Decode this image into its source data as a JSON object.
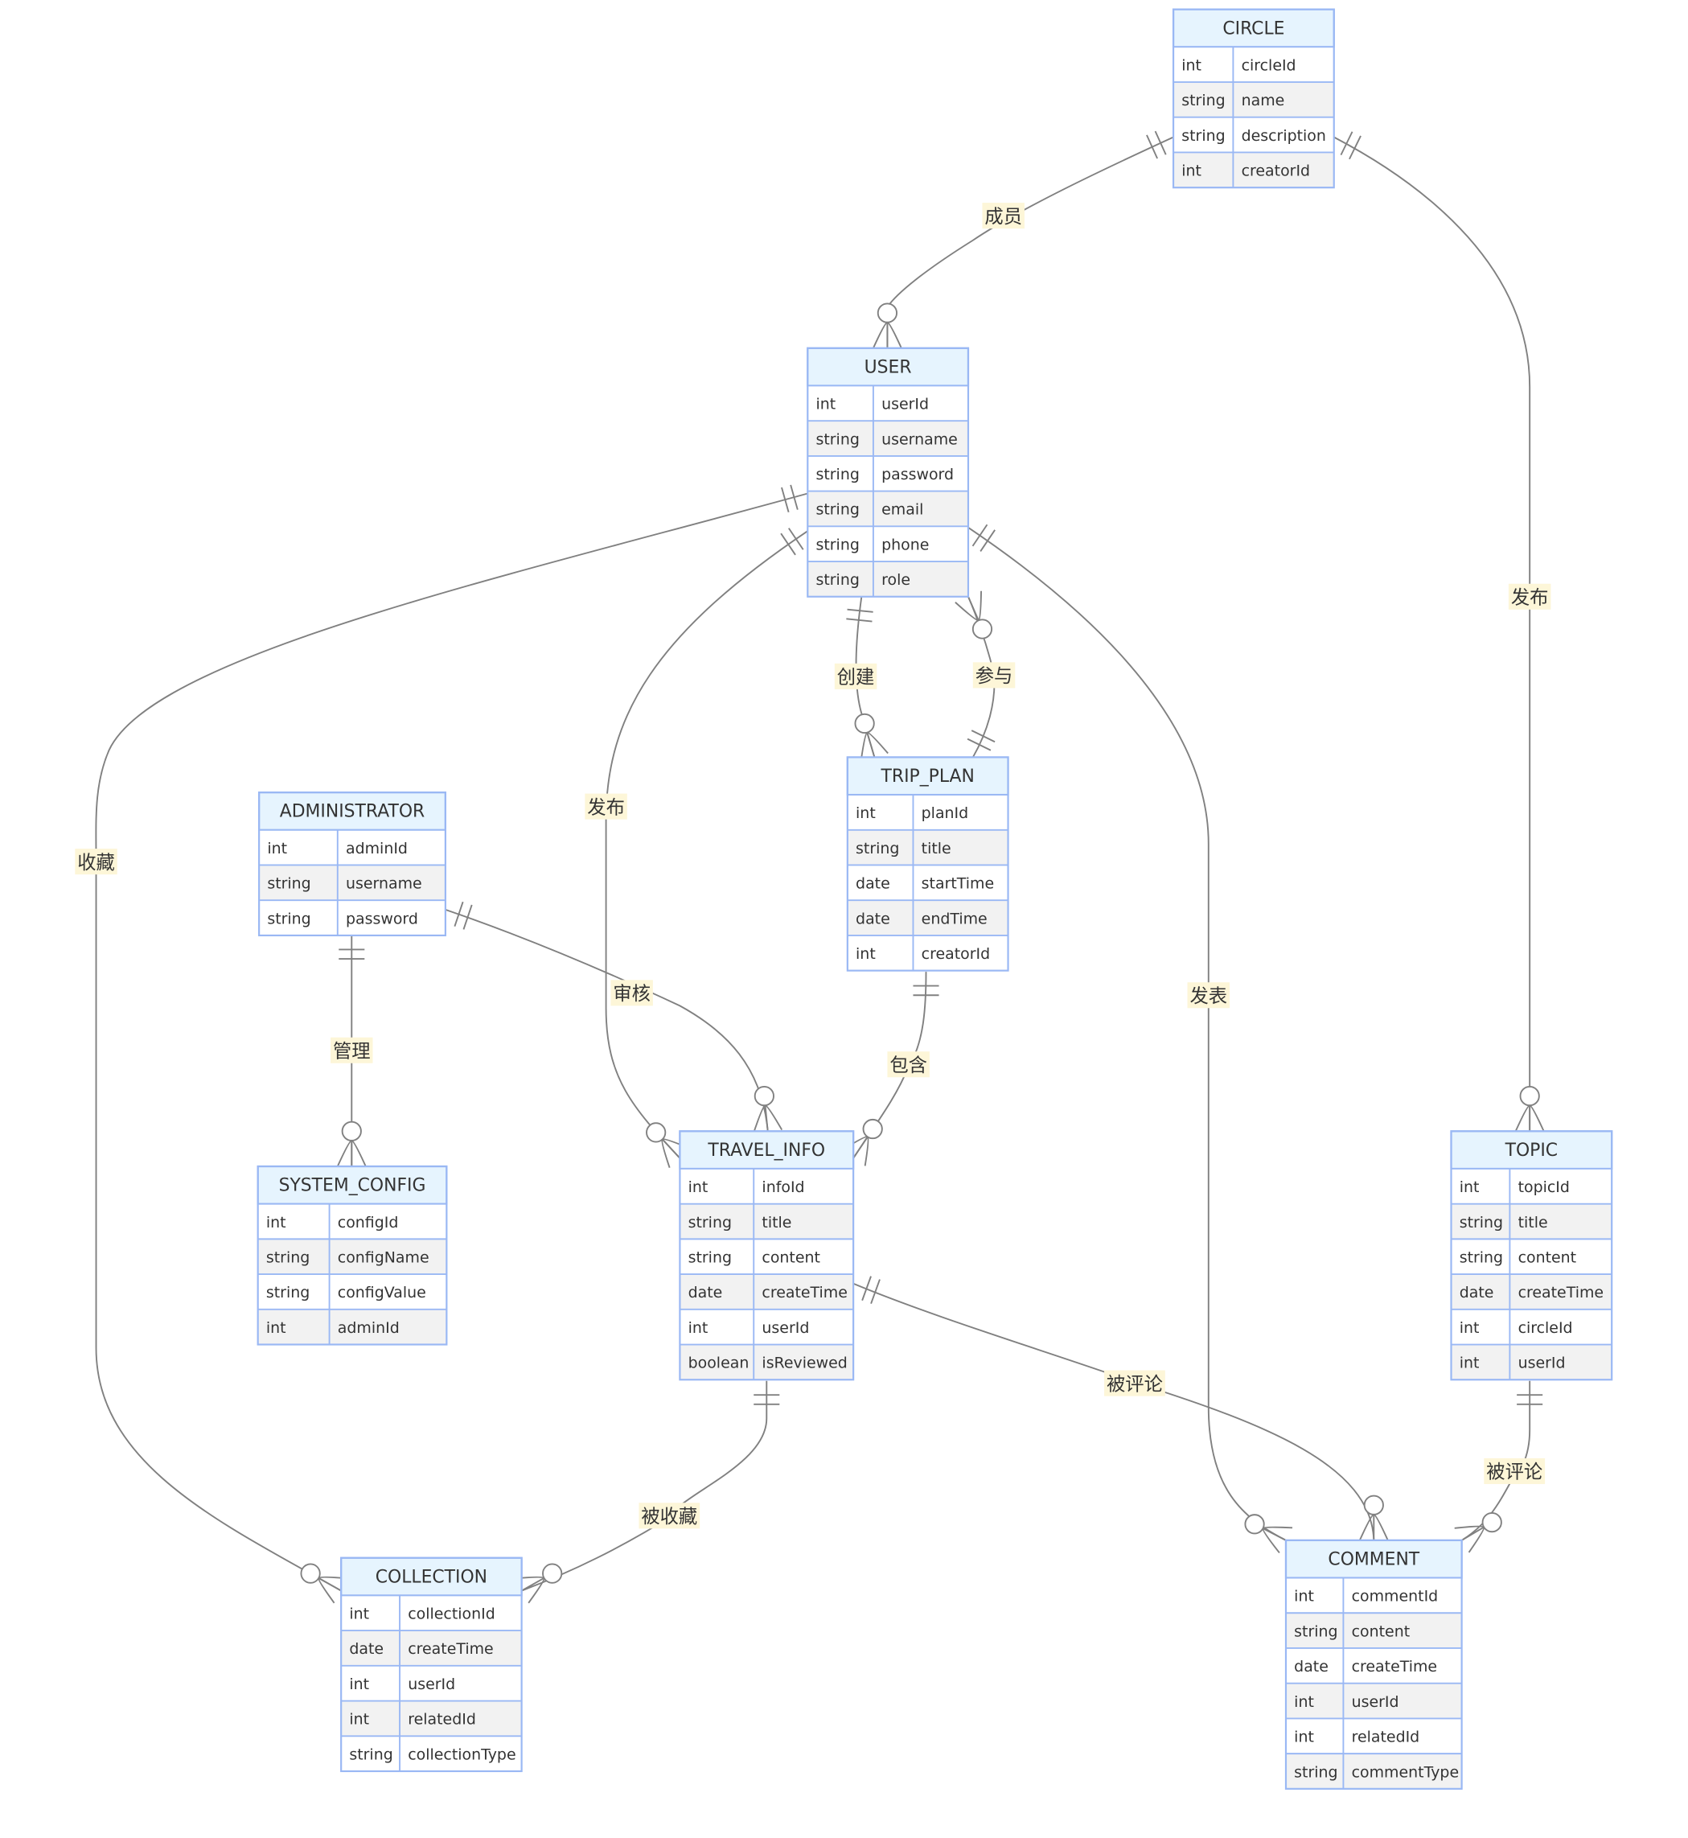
{
  "entities": [
    {
      "id": "CIRCLE",
      "name": "CIRCLE",
      "attributes": [
        {
          "type": "int",
          "name": "circleId"
        },
        {
          "type": "string",
          "name": "name"
        },
        {
          "type": "string",
          "name": "description"
        },
        {
          "type": "int",
          "name": "creatorId"
        }
      ]
    },
    {
      "id": "USER",
      "name": "USER",
      "attributes": [
        {
          "type": "int",
          "name": "userId"
        },
        {
          "type": "string",
          "name": "username"
        },
        {
          "type": "string",
          "name": "password"
        },
        {
          "type": "string",
          "name": "email"
        },
        {
          "type": "string",
          "name": "phone"
        },
        {
          "type": "string",
          "name": "role"
        }
      ]
    },
    {
      "id": "ADMINISTRATOR",
      "name": "ADMINISTRATOR",
      "attributes": [
        {
          "type": "int",
          "name": "adminId"
        },
        {
          "type": "string",
          "name": "username"
        },
        {
          "type": "string",
          "name": "password"
        }
      ]
    },
    {
      "id": "TRIP_PLAN",
      "name": "TRIP_PLAN",
      "attributes": [
        {
          "type": "int",
          "name": "planId"
        },
        {
          "type": "string",
          "name": "title"
        },
        {
          "type": "date",
          "name": "startTime"
        },
        {
          "type": "date",
          "name": "endTime"
        },
        {
          "type": "int",
          "name": "creatorId"
        }
      ]
    },
    {
      "id": "SYSTEM_CONFIG",
      "name": "SYSTEM_CONFIG",
      "attributes": [
        {
          "type": "int",
          "name": "configId"
        },
        {
          "type": "string",
          "name": "configName"
        },
        {
          "type": "string",
          "name": "configValue"
        },
        {
          "type": "int",
          "name": "adminId"
        }
      ]
    },
    {
      "id": "TRAVEL_INFO",
      "name": "TRAVEL_INFO",
      "attributes": [
        {
          "type": "int",
          "name": "infoId"
        },
        {
          "type": "string",
          "name": "title"
        },
        {
          "type": "string",
          "name": "content"
        },
        {
          "type": "date",
          "name": "createTime"
        },
        {
          "type": "int",
          "name": "userId"
        },
        {
          "type": "boolean",
          "name": "isReviewed"
        }
      ]
    },
    {
      "id": "TOPIC",
      "name": "TOPIC",
      "attributes": [
        {
          "type": "int",
          "name": "topicId"
        },
        {
          "type": "string",
          "name": "title"
        },
        {
          "type": "string",
          "name": "content"
        },
        {
          "type": "date",
          "name": "createTime"
        },
        {
          "type": "int",
          "name": "circleId"
        },
        {
          "type": "int",
          "name": "userId"
        }
      ]
    },
    {
      "id": "COLLECTION",
      "name": "COLLECTION",
      "attributes": [
        {
          "type": "int",
          "name": "collectionId"
        },
        {
          "type": "date",
          "name": "createTime"
        },
        {
          "type": "int",
          "name": "userId"
        },
        {
          "type": "int",
          "name": "relatedId"
        },
        {
          "type": "string",
          "name": "collectionType"
        }
      ]
    },
    {
      "id": "COMMENT",
      "name": "COMMENT",
      "attributes": [
        {
          "type": "int",
          "name": "commentId"
        },
        {
          "type": "string",
          "name": "content"
        },
        {
          "type": "date",
          "name": "createTime"
        },
        {
          "type": "int",
          "name": "userId"
        },
        {
          "type": "int",
          "name": "relatedId"
        },
        {
          "type": "string",
          "name": "commentType"
        }
      ]
    }
  ],
  "relationships": [
    {
      "id": "circle-user",
      "from": "CIRCLE",
      "to": "USER",
      "label": "成员",
      "from_card": "exactly-one",
      "to_card": "zero-or-many"
    },
    {
      "id": "circle-topic",
      "from": "CIRCLE",
      "to": "TOPIC",
      "label": "发布",
      "from_card": "exactly-one",
      "to_card": "zero-or-many"
    },
    {
      "id": "user-collection",
      "from": "USER",
      "to": "COLLECTION",
      "label": "收藏",
      "from_card": "exactly-one",
      "to_card": "zero-or-many"
    },
    {
      "id": "user-travel",
      "from": "USER",
      "to": "TRAVEL_INFO",
      "label": "发布",
      "from_card": "exactly-one",
      "to_card": "zero-or-many"
    },
    {
      "id": "user-trip-create",
      "from": "USER",
      "to": "TRIP_PLAN",
      "label": "创建",
      "from_card": "exactly-one",
      "to_card": "zero-or-many"
    },
    {
      "id": "user-trip-join",
      "from": "USER",
      "to": "TRIP_PLAN",
      "label": "参与",
      "from_card": "zero-or-many",
      "to_card": "exactly-one"
    },
    {
      "id": "user-comment",
      "from": "USER",
      "to": "COMMENT",
      "label": "发表",
      "from_card": "exactly-one",
      "to_card": "zero-or-many"
    },
    {
      "id": "admin-travel",
      "from": "ADMINISTRATOR",
      "to": "TRAVEL_INFO",
      "label": "审核",
      "from_card": "exactly-one",
      "to_card": "zero-or-many"
    },
    {
      "id": "admin-config",
      "from": "ADMINISTRATOR",
      "to": "SYSTEM_CONFIG",
      "label": "管理",
      "from_card": "exactly-one",
      "to_card": "zero-or-many"
    },
    {
      "id": "trip-travel",
      "from": "TRIP_PLAN",
      "to": "TRAVEL_INFO",
      "label": "包含",
      "from_card": "exactly-one",
      "to_card": "zero-or-many"
    },
    {
      "id": "travel-comment",
      "from": "TRAVEL_INFO",
      "to": "COMMENT",
      "label": "被评论",
      "from_card": "exactly-one",
      "to_card": "zero-or-many"
    },
    {
      "id": "travel-collection",
      "from": "TRAVEL_INFO",
      "to": "COLLECTION",
      "label": "被收藏",
      "from_card": "exactly-one",
      "to_card": "zero-or-many"
    },
    {
      "id": "topic-comment",
      "from": "TOPIC",
      "to": "COMMENT",
      "label": "被评论",
      "from_card": "exactly-one",
      "to_card": "zero-or-many"
    }
  ]
}
